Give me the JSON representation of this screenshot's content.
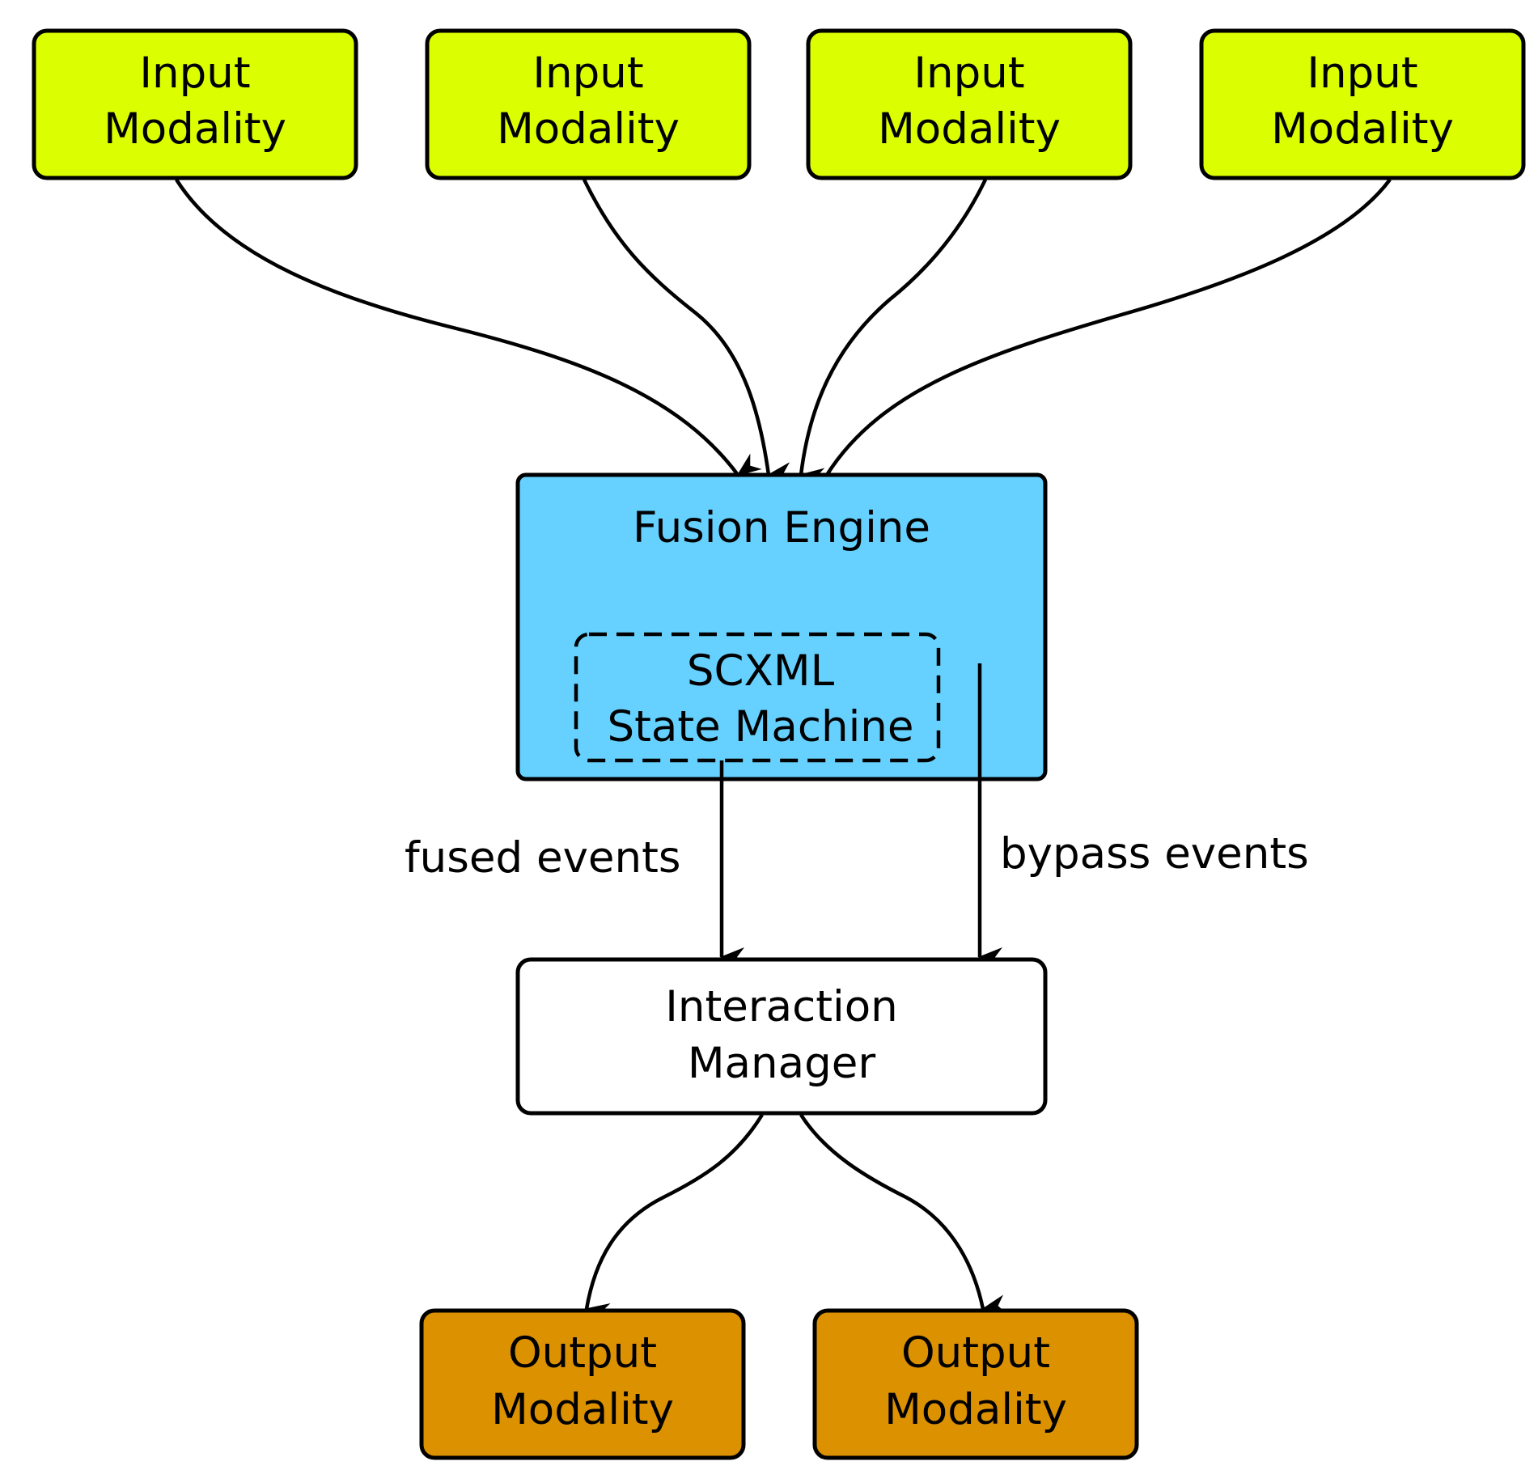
{
  "colors": {
    "input_fill": "#dbff00",
    "fusion_fill": "#66d1ff",
    "interaction_fill": "#ffffff",
    "output_fill": "#dc9100",
    "stroke": "#000000"
  },
  "inputs": [
    {
      "line1": "Input",
      "line2": "Modality"
    },
    {
      "line1": "Input",
      "line2": "Modality"
    },
    {
      "line1": "Input",
      "line2": "Modality"
    },
    {
      "line1": "Input",
      "line2": "Modality"
    }
  ],
  "fusion_engine": {
    "title": "Fusion Engine",
    "state_machine": {
      "line1": "SCXML",
      "line2": "State Machine"
    }
  },
  "edges": {
    "fused": "fused events",
    "bypass": "bypass events"
  },
  "interaction_manager": {
    "line1": "Interaction",
    "line2": "Manager"
  },
  "outputs": [
    {
      "line1": "Output",
      "line2": "Modality"
    },
    {
      "line1": "Output",
      "line2": "Modality"
    }
  ]
}
